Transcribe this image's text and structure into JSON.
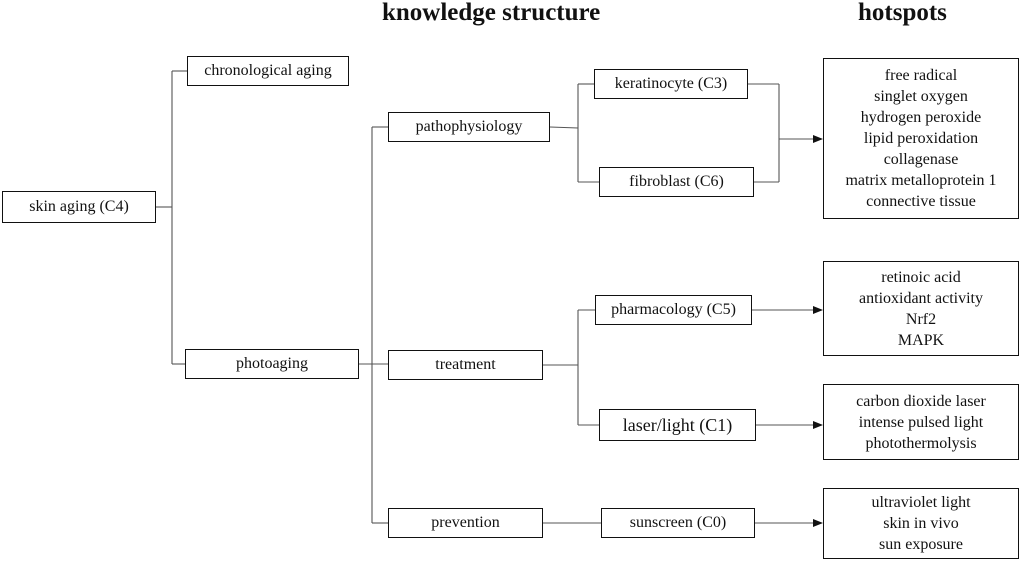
{
  "headings": {
    "structure": "knowledge structure",
    "hotspots": "hotspots"
  },
  "nodes": {
    "skin_aging": "skin aging (C4)",
    "chronological_aging": "chronological aging",
    "photoaging": "photoaging",
    "pathophysiology": "pathophysiology",
    "treatment": "treatment",
    "prevention": "prevention",
    "keratinocyte": "keratinocyte (C3)",
    "fibroblast": "fibroblast (C6)",
    "pharmacology": "pharmacology (C5)",
    "laser_light": "laser/light (C1)",
    "sunscreen": "sunscreen (C0)"
  },
  "hotspots": {
    "pathophysiology": [
      "free radical",
      "singlet oxygen",
      "hydrogen peroxide",
      "lipid peroxidation",
      "collagenase",
      "matrix metalloprotein 1",
      "connective tissue"
    ],
    "pharmacology": [
      "retinoic acid",
      "antioxidant activity",
      "Nrf2",
      "MAPK"
    ],
    "laser_light": [
      "carbon dioxide laser",
      "intense pulsed light",
      "photothermolysis"
    ],
    "sunscreen": [
      "ultraviolet light",
      "skin in vivo",
      "sun exposure"
    ]
  }
}
